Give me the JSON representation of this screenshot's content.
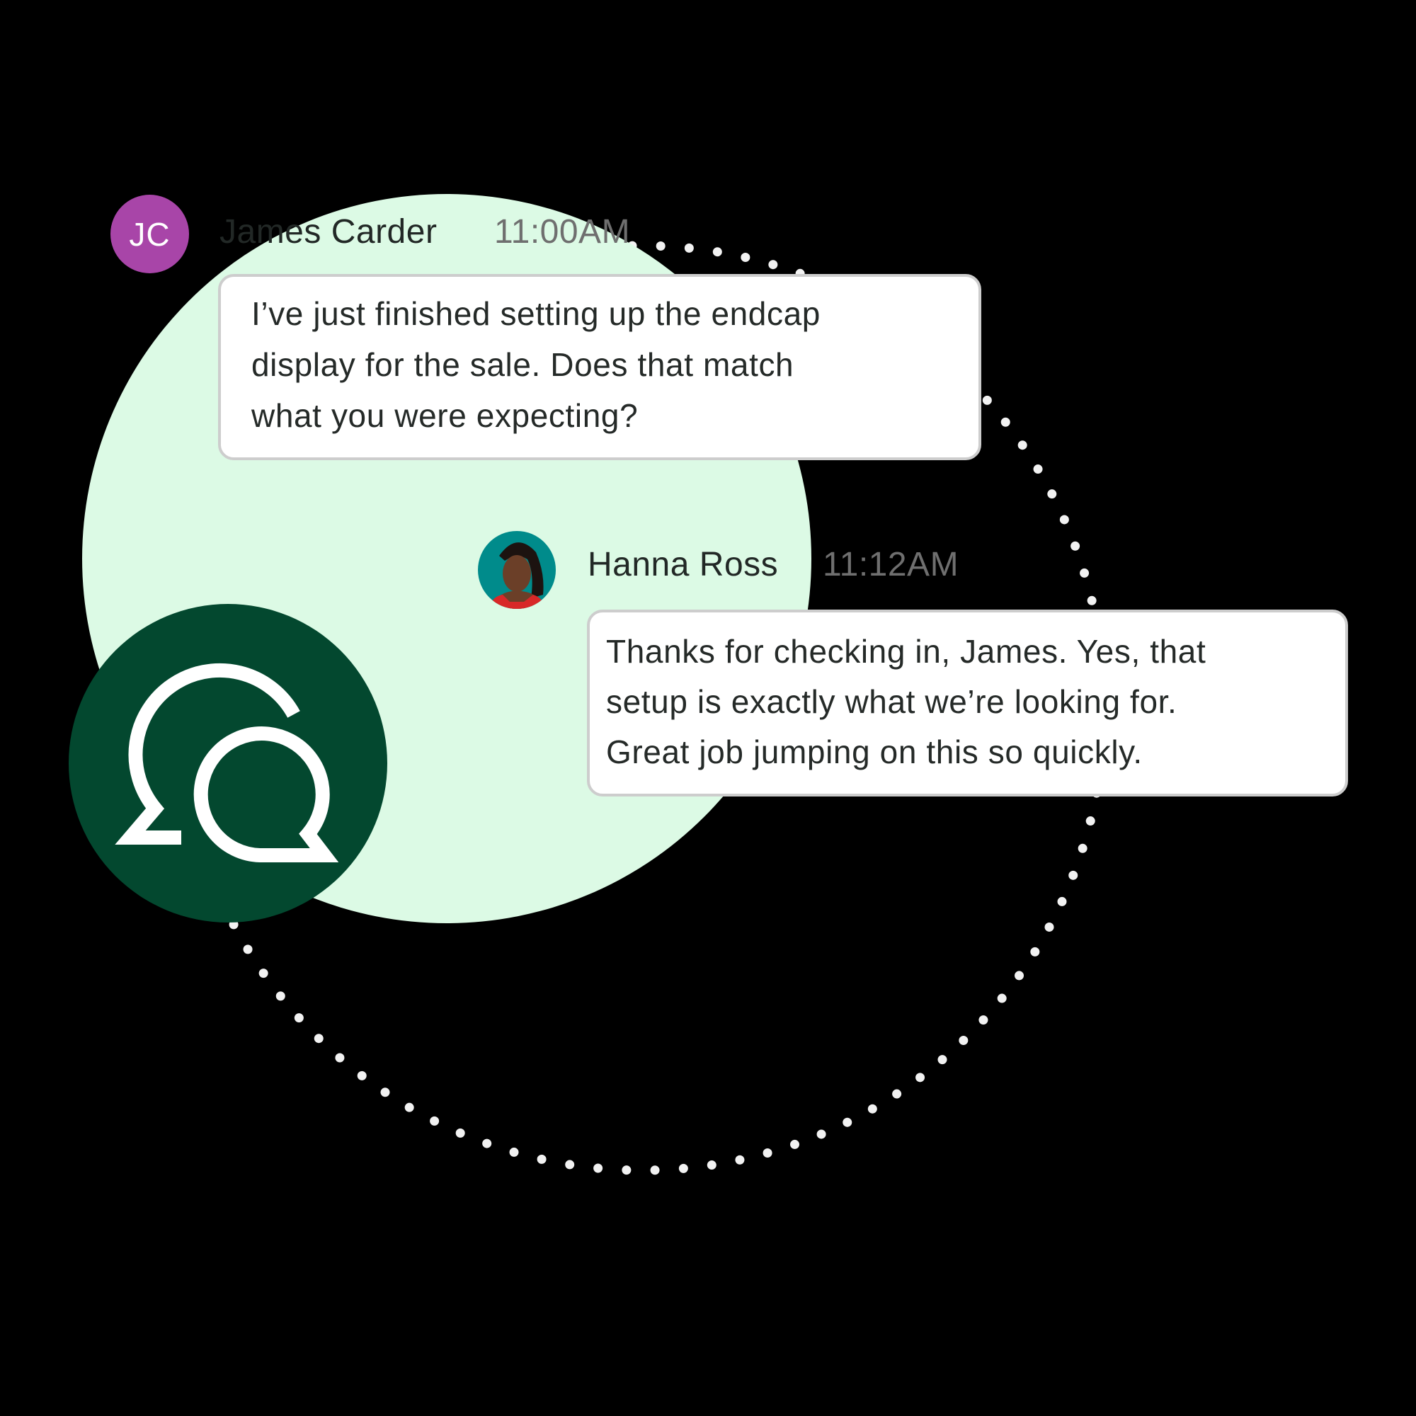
{
  "colors": {
    "background": "#000000",
    "light_green_circle": "#DCFAE5",
    "dark_green_badge": "#03482F",
    "dots": "#F2F2F2",
    "jc_avatar": "#A845A8",
    "photo_bg": "#008B8B",
    "bubble_border": "#CDCDCD",
    "text_primary": "#252A28",
    "timestamp": "#6F6F6F"
  },
  "badge": {
    "icon": "chat-bubbles-icon"
  },
  "messages": [
    {
      "sender": "James Carder",
      "initials": "JC",
      "time": "11:00AM",
      "avatar_type": "initials",
      "lines": [
        "I’ve just finished setting up the endcap",
        "display for the sale. Does that match",
        "what you were expecting?"
      ]
    },
    {
      "sender": "Hanna Ross",
      "time": "11:12AM",
      "avatar_type": "photo",
      "lines": [
        "Thanks for checking in, James. Yes, that",
        "setup is exactly what we’re looking for.",
        "Great job jumping on this so quickly."
      ]
    }
  ]
}
